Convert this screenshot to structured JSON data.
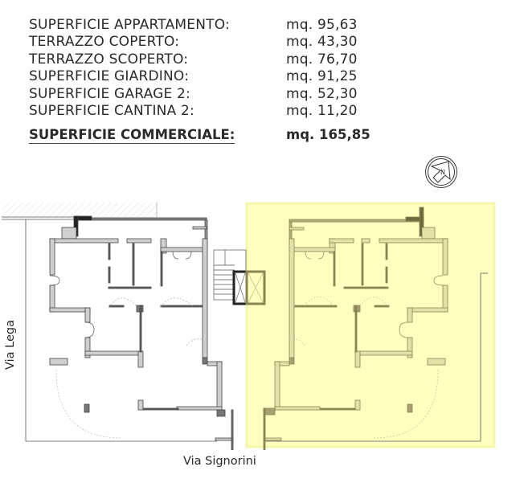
{
  "areas": {
    "rows": [
      {
        "label": "SUPERFICIE APPARTAMENTO:",
        "value": "mq. 95,63"
      },
      {
        "label": "TERRAZZO COPERTO:",
        "value": "mq. 43,30"
      },
      {
        "label": "TERRAZZO SCOPERTO:",
        "value": "mq. 76,70"
      },
      {
        "label": "SUPERFICIE GIARDINO:",
        "value": "mq. 91,25"
      },
      {
        "label": "SUPERFICIE GARAGE 2:",
        "value": "mq. 52,30"
      },
      {
        "label": "SUPERFICIE CANTINA 2:",
        "value": "mq. 11,20"
      }
    ],
    "total": {
      "label": "SUPERFICIE COMMERCIALE:",
      "value": "mq. 165,85"
    }
  },
  "compass": {
    "letter": "N"
  },
  "plan": {
    "highlight_color": "#ffffc0",
    "highlight_border": "#f4f4a8",
    "wall_color": "#d0d0d0",
    "wall_dark": "#666666",
    "highlight_wall_color": "#e3e0a8",
    "highlight_wall_dark": "#8a8550"
  },
  "streets": {
    "bottom": "Via Signorini",
    "left": "Via Lega"
  }
}
